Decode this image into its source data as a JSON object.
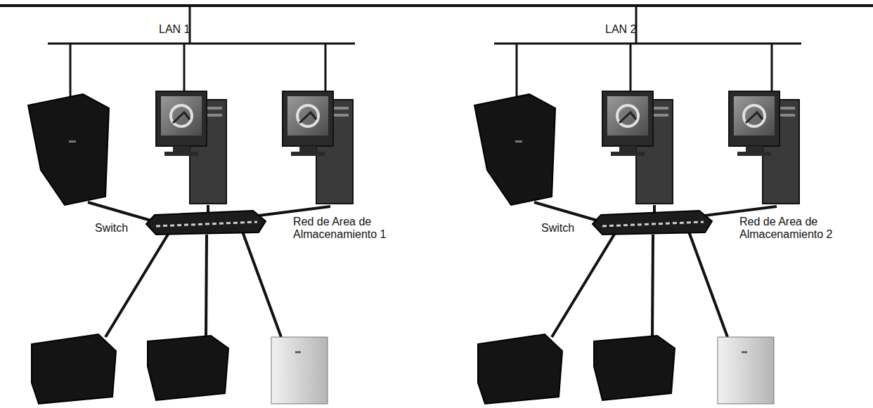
{
  "diagram": {
    "labels": [
      "LAN 1",
      "Switch",
      "Red de Area de Almacenamiento 1",
      "LAN 2",
      "Switch",
      "Red de Area de Almacenamiento 2"
    ]
  }
}
